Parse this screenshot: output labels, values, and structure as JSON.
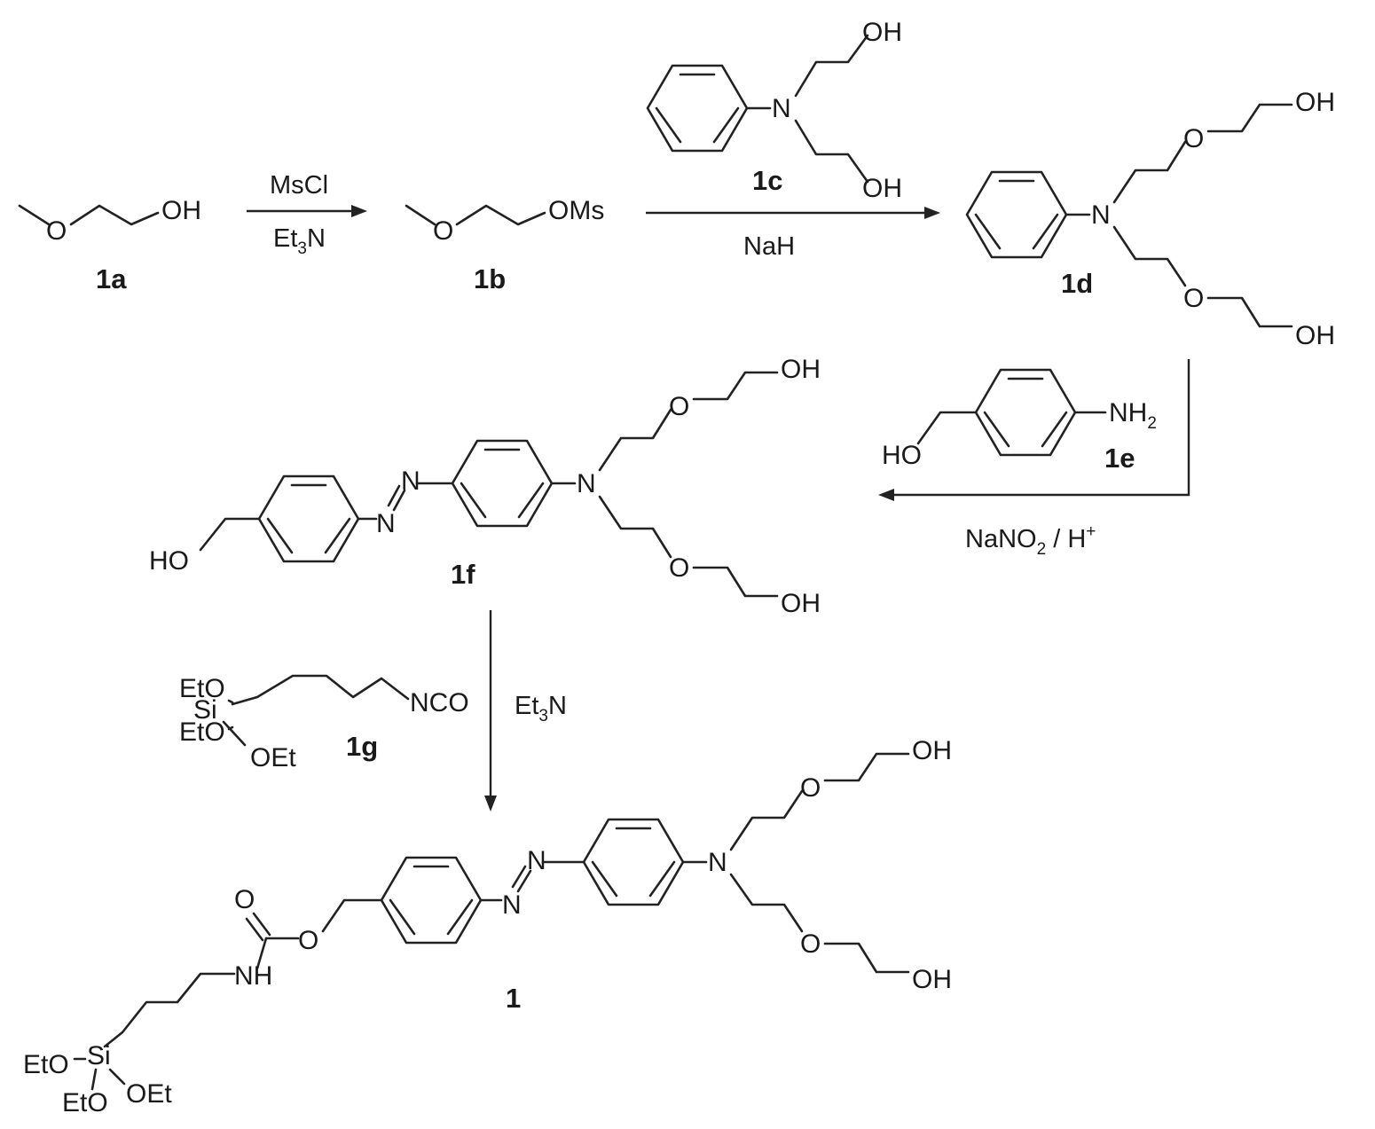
{
  "compounds": {
    "c1a": "1a",
    "c1b": "1b",
    "c1c": "1c",
    "c1d": "1d",
    "c1e": "1e",
    "c1f": "1f",
    "c1g": "1g",
    "c1": "1"
  },
  "reagents": {
    "step1_top": "MsCl",
    "step1_bottom": "Et3N",
    "step2_bottom": "NaH",
    "step3_bottom": "NaNO2 / H+",
    "step4_right": "Et3N"
  },
  "atom_labels": {
    "OH": "OH",
    "O": "O",
    "OMs": "OMs",
    "N": "N",
    "NH2": "NH2",
    "HO": "HO",
    "NCO": "NCO",
    "EtO": "EtO",
    "OEt": "OEt",
    "Si": "Si",
    "NH": "NH"
  }
}
